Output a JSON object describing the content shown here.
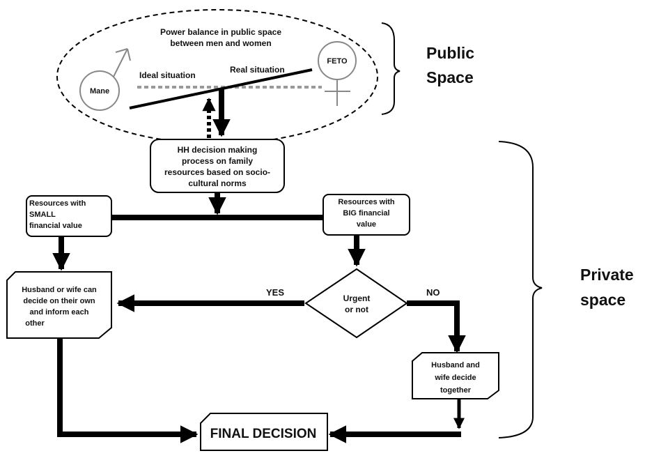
{
  "public_space": {
    "title": "Power balance in public space between men and women",
    "title_lines": [
      "Power balance in public space",
      "between men and women"
    ],
    "male_label": "Mane",
    "female_label": "FETO",
    "ideal_label": "Ideal situation",
    "real_label": "Real situation"
  },
  "side_labels": {
    "public": [
      "Public",
      "Space"
    ],
    "private": [
      "Private",
      "space"
    ]
  },
  "nodes": {
    "hh_decision": [
      "HH decision making",
      "process on family",
      "resources based on socio-",
      "cultural norms"
    ],
    "small_resources": [
      "Resources with",
      "SMALL",
      "financial value"
    ],
    "big_resources": [
      "Resources with",
      "BIG financial",
      "value"
    ],
    "urgent": [
      "Urgent",
      "or not"
    ],
    "own_decision": [
      "Husband or wife can",
      "decide on their own",
      "and inform each",
      "other"
    ],
    "together": [
      "Husband and",
      "wife decide",
      "together"
    ],
    "final": "FINAL DECISION"
  },
  "edge_labels": {
    "yes": "YES",
    "no": "NO"
  },
  "colors": {
    "stroke": "#000000",
    "dashed_ideal": "#999999",
    "symbol": "#888888"
  }
}
